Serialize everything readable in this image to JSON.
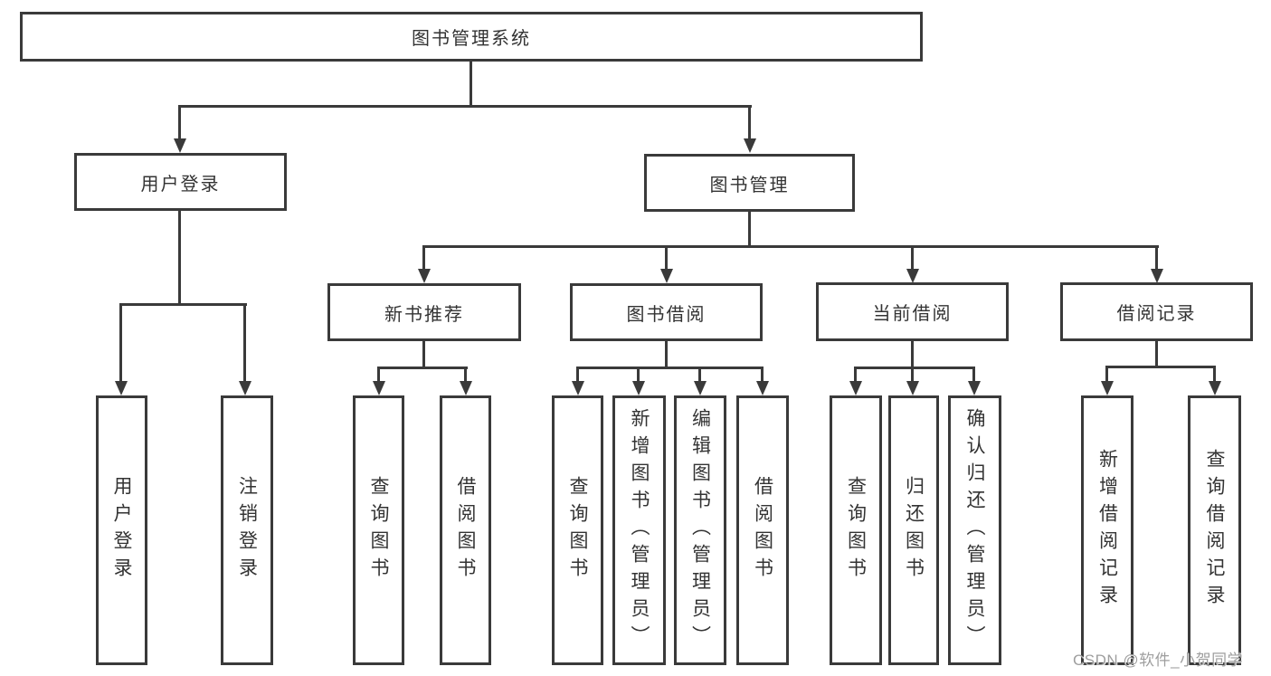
{
  "colors": {
    "line": "#3a3a3a",
    "box_border": "#3a3a3a",
    "text": "#333333",
    "watermark_text": "#9e9e9e",
    "background": "#ffffff"
  },
  "tree": {
    "root": {
      "label": "图书管理系统",
      "children": [
        {
          "label": "用户登录",
          "children": [
            {
              "label": "用户登录"
            },
            {
              "label": "注销登录"
            }
          ]
        },
        {
          "label": "图书管理",
          "children": [
            {
              "label": "新书推荐",
              "children": [
                {
                  "label": "查询图书"
                },
                {
                  "label": "借阅图书"
                }
              ]
            },
            {
              "label": "图书借阅",
              "children": [
                {
                  "label": "查询图书"
                },
                {
                  "label": "新增图书（管理员）"
                },
                {
                  "label": "编辑图书（管理员）"
                },
                {
                  "label": "借阅图书"
                }
              ]
            },
            {
              "label": "当前借阅",
              "children": [
                {
                  "label": "查询图书"
                },
                {
                  "label": "归还图书"
                },
                {
                  "label": "确认归还（管理员）"
                }
              ]
            },
            {
              "label": "借阅记录",
              "children": [
                {
                  "label": "新增借阅记录"
                },
                {
                  "label": "查询借阅记录"
                }
              ]
            }
          ]
        }
      ]
    }
  },
  "watermark": {
    "text": "CSDN @软件_小贺同学"
  }
}
